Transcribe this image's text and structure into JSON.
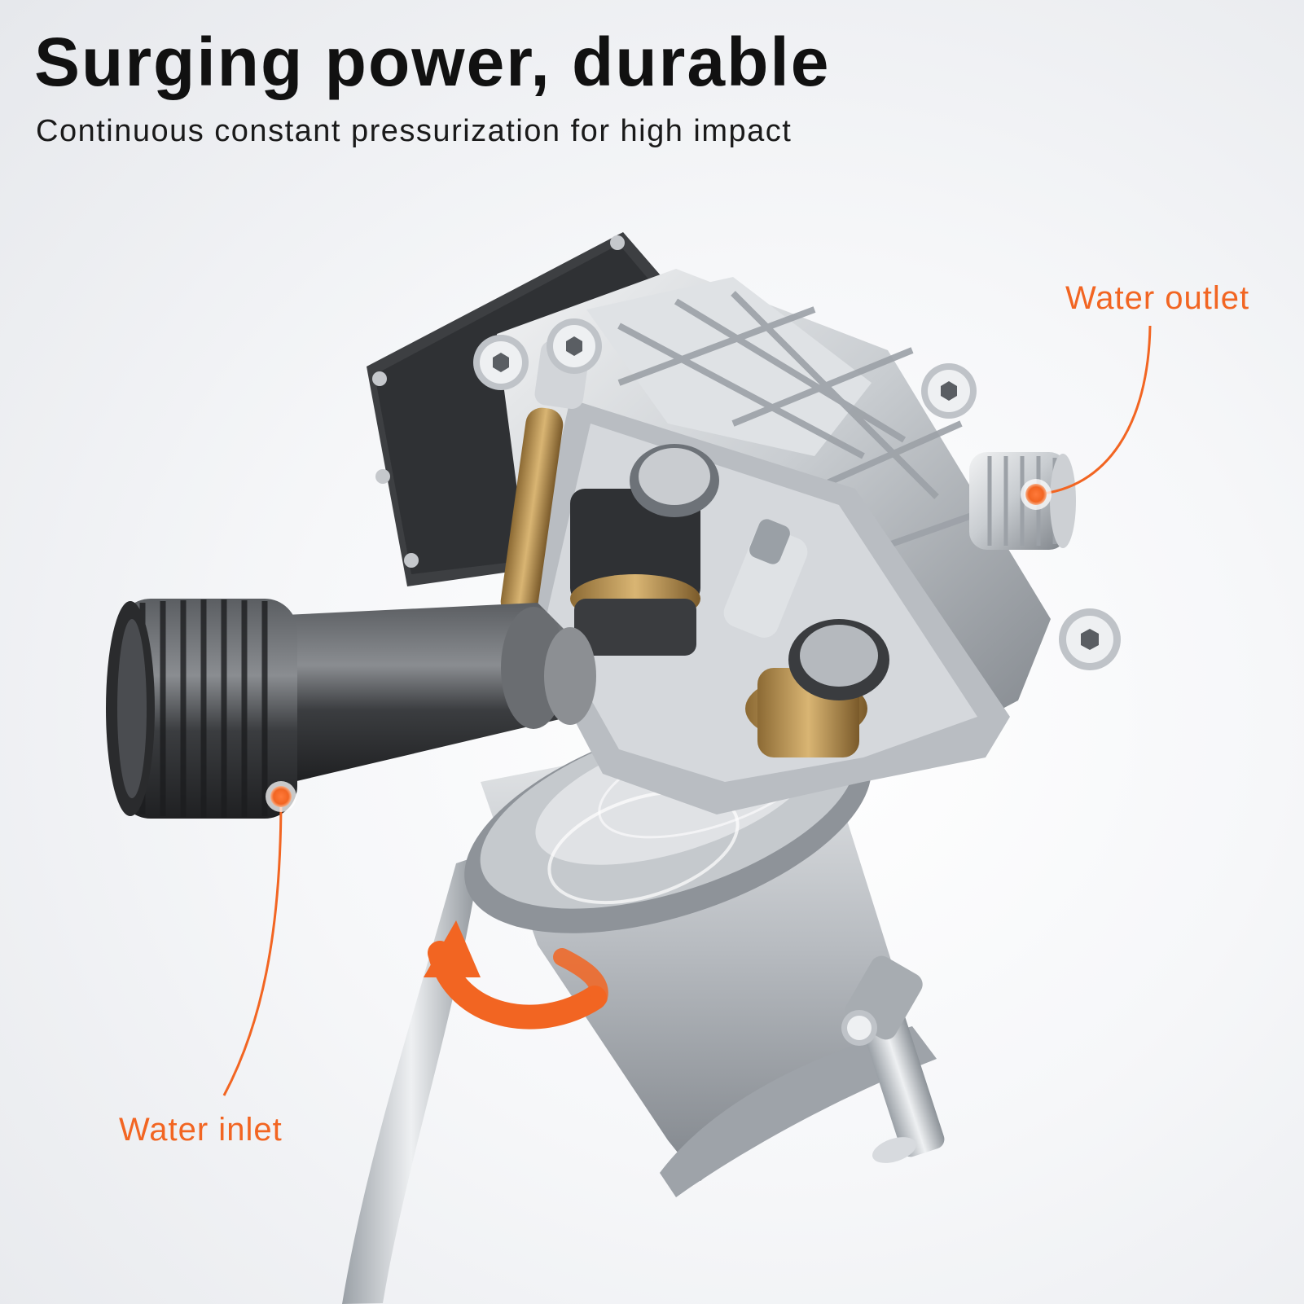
{
  "header": {
    "title": "Surging power, durable",
    "subtitle": "Continuous constant pressurization for high impact"
  },
  "callouts": {
    "outlet": "Water outlet",
    "inlet": "Water inlet"
  },
  "colors": {
    "accent": "#f26522",
    "heading": "#111111",
    "metal_light": "#d9dcdf",
    "metal_dark": "#6b7077",
    "dark_body": "#3a3c3f",
    "brass": "#b08a4a"
  },
  "image": {
    "subject": "high-pressure washer pump cutaway"
  }
}
